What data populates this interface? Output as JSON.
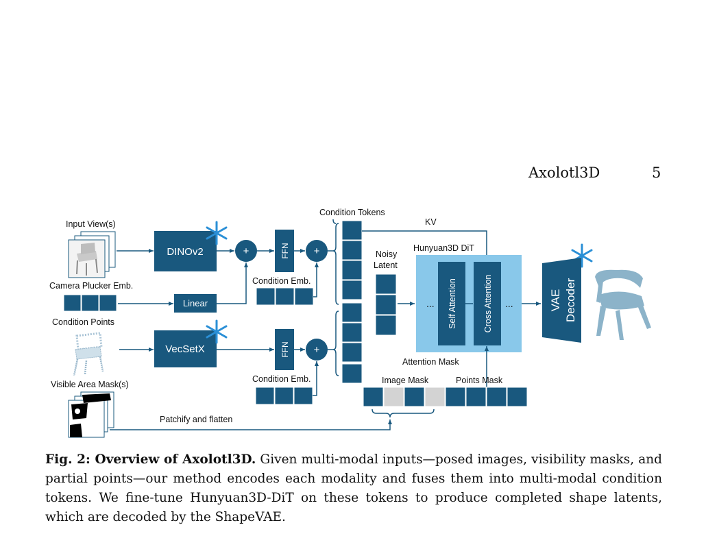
{
  "header": {
    "title": "Axolotl3D",
    "page_number": "5"
  },
  "figure": {
    "input_view_label": "Input View(s)",
    "camera_label": "Camera Plucker Emb.",
    "condition_points_label": "Condition Points",
    "visible_mask_label": "Visible Area Mask(s)",
    "dinov2": "DINOv2",
    "linear": "Linear",
    "vecsetx": "VecSetX",
    "ffn": "FFN",
    "plus": "+",
    "condition_emb": "Condition Emb.",
    "condition_tokens": "Condition Tokens",
    "kv": "KV",
    "noisy_latent": [
      "Noisy",
      "Latent"
    ],
    "dit_title": "Hunyuan3D DiT",
    "self_attention": "Self Attention",
    "cross_attention": "Cross Attention",
    "ellipsis": "...",
    "vae_decoder": [
      "VAE",
      "Decoder"
    ],
    "attention_mask": "Attention Mask",
    "image_mask": "Image Mask",
    "points_mask": "Points Mask",
    "patchify": "Patchify and flatten",
    "snowflake_icon": "snowflake-icon",
    "colors": {
      "block": "#19587e",
      "dit_bg": "#89c8ea",
      "mask_gray": "#d3d3d3"
    }
  },
  "caption": {
    "label": "Fig. 2: Overview of Axolotl3D.",
    "text": "Given multi-modal inputs—posed images, visibility masks, and partial points—our method encodes each modality and fuses them into multi-modal condition tokens. We fine-tune Hunyuan3D-DiT on these tokens to produce completed shape latents, which are decoded by the ShapeVAE."
  }
}
